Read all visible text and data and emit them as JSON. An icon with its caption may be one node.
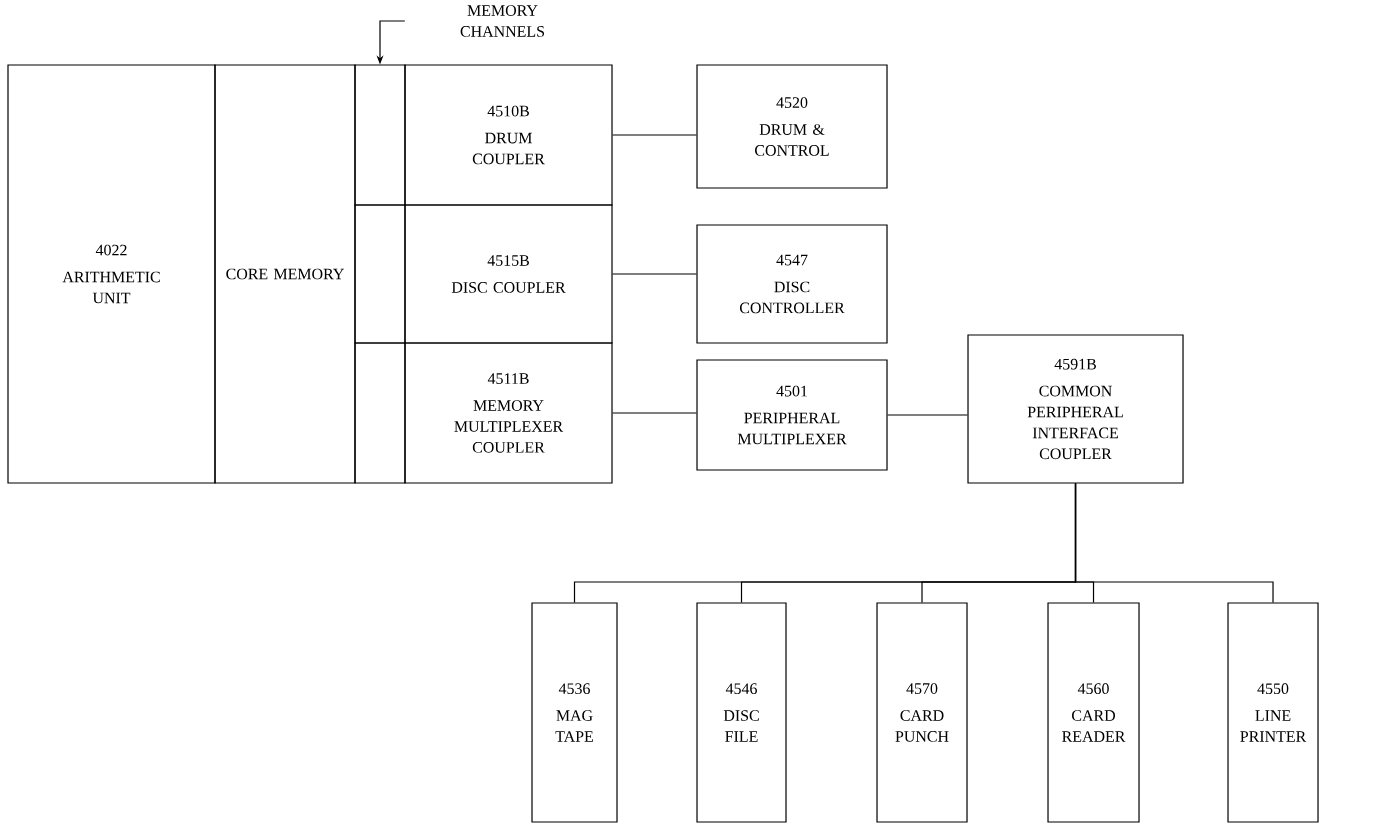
{
  "diagram": {
    "nodes": [
      {
        "text": [
          "4022",
          "ARITHMETIC UNIT"
        ]
      },
      {
        "text": [
          "CORE MEMORY"
        ]
      },
      {
        "text": [],
        "shape": "box"
      },
      {
        "text": [
          "4510B",
          "DRUM COUPLER"
        ]
      },
      {
        "text": [],
        "shape": "box"
      },
      {
        "text": [
          "4515B",
          "DISC COUPLER"
        ]
      },
      {
        "text": [],
        "shape": "box"
      },
      {
        "text": [
          "4511B",
          "MEMORY MULTIPLEXER COUPLER"
        ]
      },
      {
        "text": [
          "4520",
          "DRUM & CONTROL"
        ]
      },
      {
        "text": [
          "4547",
          "DISC CONTROLLER"
        ]
      },
      {
        "text": [
          "4501",
          "PERIPHERAL MULTIPLEXER"
        ]
      },
      {
        "text": [
          "4591B",
          "COMMON PERIPHERAL INTERFACE COUPLER"
        ]
      },
      {
        "text": [
          "4536",
          "MAG TAPE"
        ]
      },
      {
        "text": [
          "4546",
          "DISC FILE"
        ]
      },
      {
        "text": [
          "4570",
          "CARD PUNCH"
        ]
      },
      {
        "text": [
          "4560",
          "CARD READER"
        ]
      },
      {
        "text": [
          "4550",
          "LINE PRINTER"
        ]
      },
      {
        "text": [
          "MEMORY CHANNELS"
        ]
      }
    ],
    "edges": [
      {
        "from": 3,
        "to": 8,
        "arrow": "none"
      },
      {
        "from": 5,
        "to": 9,
        "arrow": "none"
      },
      {
        "from": 7,
        "to": 10,
        "arrow": "none"
      },
      {
        "from": 10,
        "to": 11,
        "arrow": "none"
      },
      {
        "from": 11,
        "to": 12,
        "arrow": "none"
      },
      {
        "from": 11,
        "to": 13,
        "arrow": "none"
      },
      {
        "from": 11,
        "to": 14,
        "arrow": "none"
      },
      {
        "from": 11,
        "to": 15,
        "arrow": "none"
      },
      {
        "from": 11,
        "to": 16,
        "arrow": "none"
      },
      {
        "from": 17,
        "to": 2,
        "arrow": "to"
      }
    ]
  }
}
